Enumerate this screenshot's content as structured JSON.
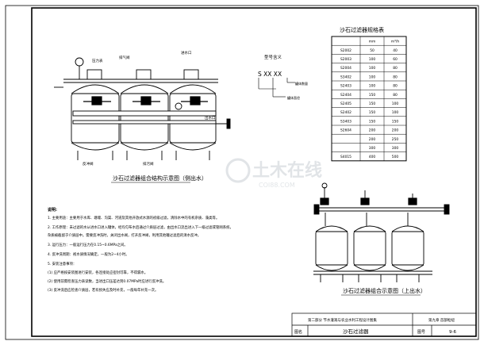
{
  "spec_table": {
    "title": "沙石过滤器规格表",
    "header_units": [
      "",
      "mm",
      "m³/h"
    ],
    "rows": [
      [
        "S2002",
        "50",
        "40"
      ],
      [
        "S2003",
        "100",
        "60"
      ],
      [
        "S2004",
        "100",
        "80"
      ],
      [
        "S3402",
        "100",
        "80"
      ],
      [
        "S2403",
        "100",
        "80"
      ],
      [
        "S2404",
        "150",
        "80"
      ],
      [
        "S2405",
        "150",
        "100"
      ],
      [
        "S2402",
        "150",
        "100"
      ],
      [
        "S3403",
        "150",
        "150"
      ],
      [
        "S2604",
        "200",
        "200"
      ],
      [
        "",
        "200",
        "250"
      ],
      [
        "",
        "300",
        "300"
      ],
      [
        "S4015",
        "400",
        "500"
      ]
    ]
  },
  "model_legend": {
    "title": "型号含义",
    "code": "S  XX  XX",
    "notes": [
      "罐体数量",
      "罐体直径"
    ]
  },
  "diagram_top": {
    "caption": "沙石过滤器组合结构示意图（侧出水）",
    "labels": [
      "压力表",
      "排气阀",
      "进水口",
      "出水口",
      "反冲阀",
      "排污阀"
    ]
  },
  "diagram_right": {
    "caption": "沙石过滤器组合示意图（上出水）"
  },
  "notes": {
    "heading": "说明:",
    "items": [
      "1. 主要用途：主要用于水库、塘堰、沟渠、河道及其他开放式水源的初级过滤，清除水中的有机杂质、藻类等。",
      "2. 工作原理：未过滤的水从进水口进入罐体，经均匀布水后通过介质层过滤，由出水口流出进入下一级过滤或管网系统，",
      "   杂质被截留于介质层中。需要反冲洗时，关闭出水阀，打开反冲阀，利用其他罐过滤后的清水反冲。",
      "3. 运行压力：一般运行压力在0.15~0.6MPa之间。",
      "4. 反冲洗周期：视水质情况确定，一般为2~4小时。",
      "5. 安装注意事项：",
      "  (1) 应严格按安装图进行安装，各连接处应密封可靠，不得漏水。",
      "  (2) 使用前需检查压力表读数，当进出口压差达到0.07MPa时应进行反冲洗。",
      "  (3) 反冲洗后应检查介质层，若有损失应及时补充，一般每年补充一次。"
    ]
  },
  "title_block": {
    "left_label": "图名",
    "drawing_name": "沙石过滤器",
    "project": "第二部分  节水灌溉与农业水利工程设计图集",
    "right_top": "第九章  首部枢纽",
    "num_label": "图号",
    "number": "9-6"
  },
  "watermark": {
    "main": "土木在线",
    "sub": "COI88.COM"
  },
  "colors": {
    "line": "#000000",
    "accent": "#c00000",
    "watermark": "#c9cfd4"
  }
}
